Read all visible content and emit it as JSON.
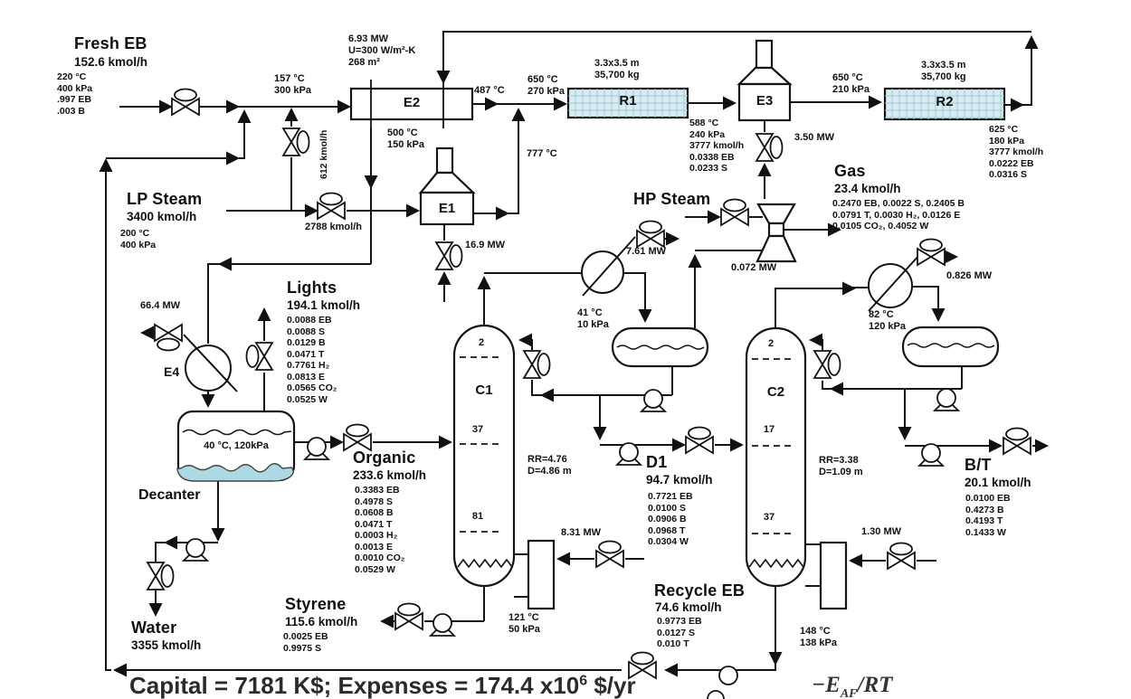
{
  "streams": {
    "fresh_eb": {
      "name": "Fresh EB",
      "flow": "152.6 kmol/h",
      "props": [
        "220 °C",
        "400 kPa",
        ".997 EB",
        ".003 B"
      ]
    },
    "lp_steam": {
      "name": "LP Steam",
      "flow": "3400 kmol/h",
      "props": [
        "200 °C",
        "400 kPa"
      ]
    },
    "hp_steam": {
      "name": "HP Steam"
    },
    "gas": {
      "name": "Gas",
      "flow": "23.4 kmol/h",
      "props": [
        "0.2470 EB,  0.0022 S, 0.2405 B",
        "0.0791 T, 0.0030 H₂, 0.0126 E",
        "0.0105 CO₂, 0.4052 W"
      ]
    },
    "lights": {
      "name": "Lights",
      "flow": "194.1 kmol/h",
      "props": [
        "0.0088 EB",
        "0.0088 S",
        "0.0129 B",
        "0.0471 T",
        "0.7761 H₂",
        "0.0813 E",
        "0.0565 CO₂",
        "0.0525 W"
      ]
    },
    "organic": {
      "name": "Organic",
      "flow": "233.6 kmol/h",
      "props": [
        "0.3383 EB",
        "0.4978 S",
        "0.0608 B",
        "0.0471 T",
        "0.0003 H₂",
        "0.0013 E",
        "0.0010 CO₂",
        "0.0529 W"
      ]
    },
    "d1": {
      "name": "D1",
      "flow": "94.7 kmol/h",
      "props": [
        "0.7721 EB",
        "0.0100 S",
        "0.0906 B",
        "0.0968 T",
        "0.0304 W"
      ]
    },
    "styrene": {
      "name": "Styrene",
      "flow": "115.6 kmol/h",
      "props": [
        "0.0025 EB",
        "0.9975 S"
      ]
    },
    "water": {
      "name": "Water",
      "flow": "3355 kmol/h"
    },
    "recycle_eb": {
      "name": "Recycle EB",
      "flow": "74.6 kmol/h",
      "props": [
        "0.9773 EB",
        "0.0127 S",
        "0.010 T"
      ]
    },
    "bt": {
      "name": "B/T",
      "flow": "20.1 kmol/h",
      "props": [
        "0.0100 EB",
        "0.4273 B",
        "0.4193 T",
        "0.1433 W"
      ]
    }
  },
  "equipment": {
    "e1": "E1",
    "e2": "E2",
    "e3": "E3",
    "e4": "E4",
    "r1": "R1",
    "r2": "R2",
    "c1": "C1",
    "c2": "C2",
    "decanter": "Decanter",
    "e2_specs": [
      "6.93 MW",
      "U=300 W/m²-K",
      "268 m²"
    ],
    "r1_specs": [
      "3.3x3.5 m",
      "35,700 kg"
    ],
    "r2_specs": [
      "3.3x3.5 m",
      "35,700 kg"
    ],
    "c1_specs": [
      "RR=4.76",
      "D=4.86 m"
    ],
    "c2_specs": [
      "RR=3.38",
      "D=1.09 m"
    ],
    "c1_trays": [
      "2",
      "37",
      "81"
    ],
    "c2_trays": [
      "2",
      "17",
      "37"
    ],
    "decanter_cond": "40 °C, 120kPa"
  },
  "duties": {
    "e4": "66.4 MW",
    "e1_fuel": "16.9 MW",
    "e3_fuel": "3.50 MW",
    "ejector": "0.072 MW",
    "c1_cond": "7.61 MW",
    "c1_reb": "8.31 MW",
    "c2_cond": "0.826 MW",
    "c2_reb": "1.30 MW"
  },
  "cond": {
    "e2_in": [
      "157 °C",
      "300 kPa"
    ],
    "e2_hot_out": [
      "500 °C",
      "150 kPa"
    ],
    "e2_cold_out": "487 °C",
    "e1_out": "777 °C",
    "r1_in": [
      "650 °C",
      "270 kPa"
    ],
    "r1_out": [
      "588 °C",
      "240 kPa",
      "3777 kmol/h",
      "0.0338 EB",
      "0.0233 S"
    ],
    "r2_in": [
      "650 °C",
      "210 kPa"
    ],
    "r2_out": [
      "625 °C",
      "180 kPa",
      "3777 kmol/h",
      "0.0222 EB",
      "0.0316 S"
    ],
    "c1_drum": [
      "41 °C",
      "10 kPa"
    ],
    "c1_bot": [
      "121 °C",
      "50 kPa"
    ],
    "c2_drum": [
      "82 °C",
      "120 kPa"
    ],
    "c2_bot": [
      "148 °C",
      "138 kPa"
    ],
    "steam_branch": "612 kmol/h",
    "steam_main": "2788 kmol/h"
  },
  "footer": {
    "caption_main": "Capital = 7181 K$;  Expenses = 174.4 x10",
    "caption_exp": "6",
    "caption_unit": " $/yr",
    "formula_pre": "−E",
    "formula_sub": "AF",
    "formula_post": "/RT"
  }
}
